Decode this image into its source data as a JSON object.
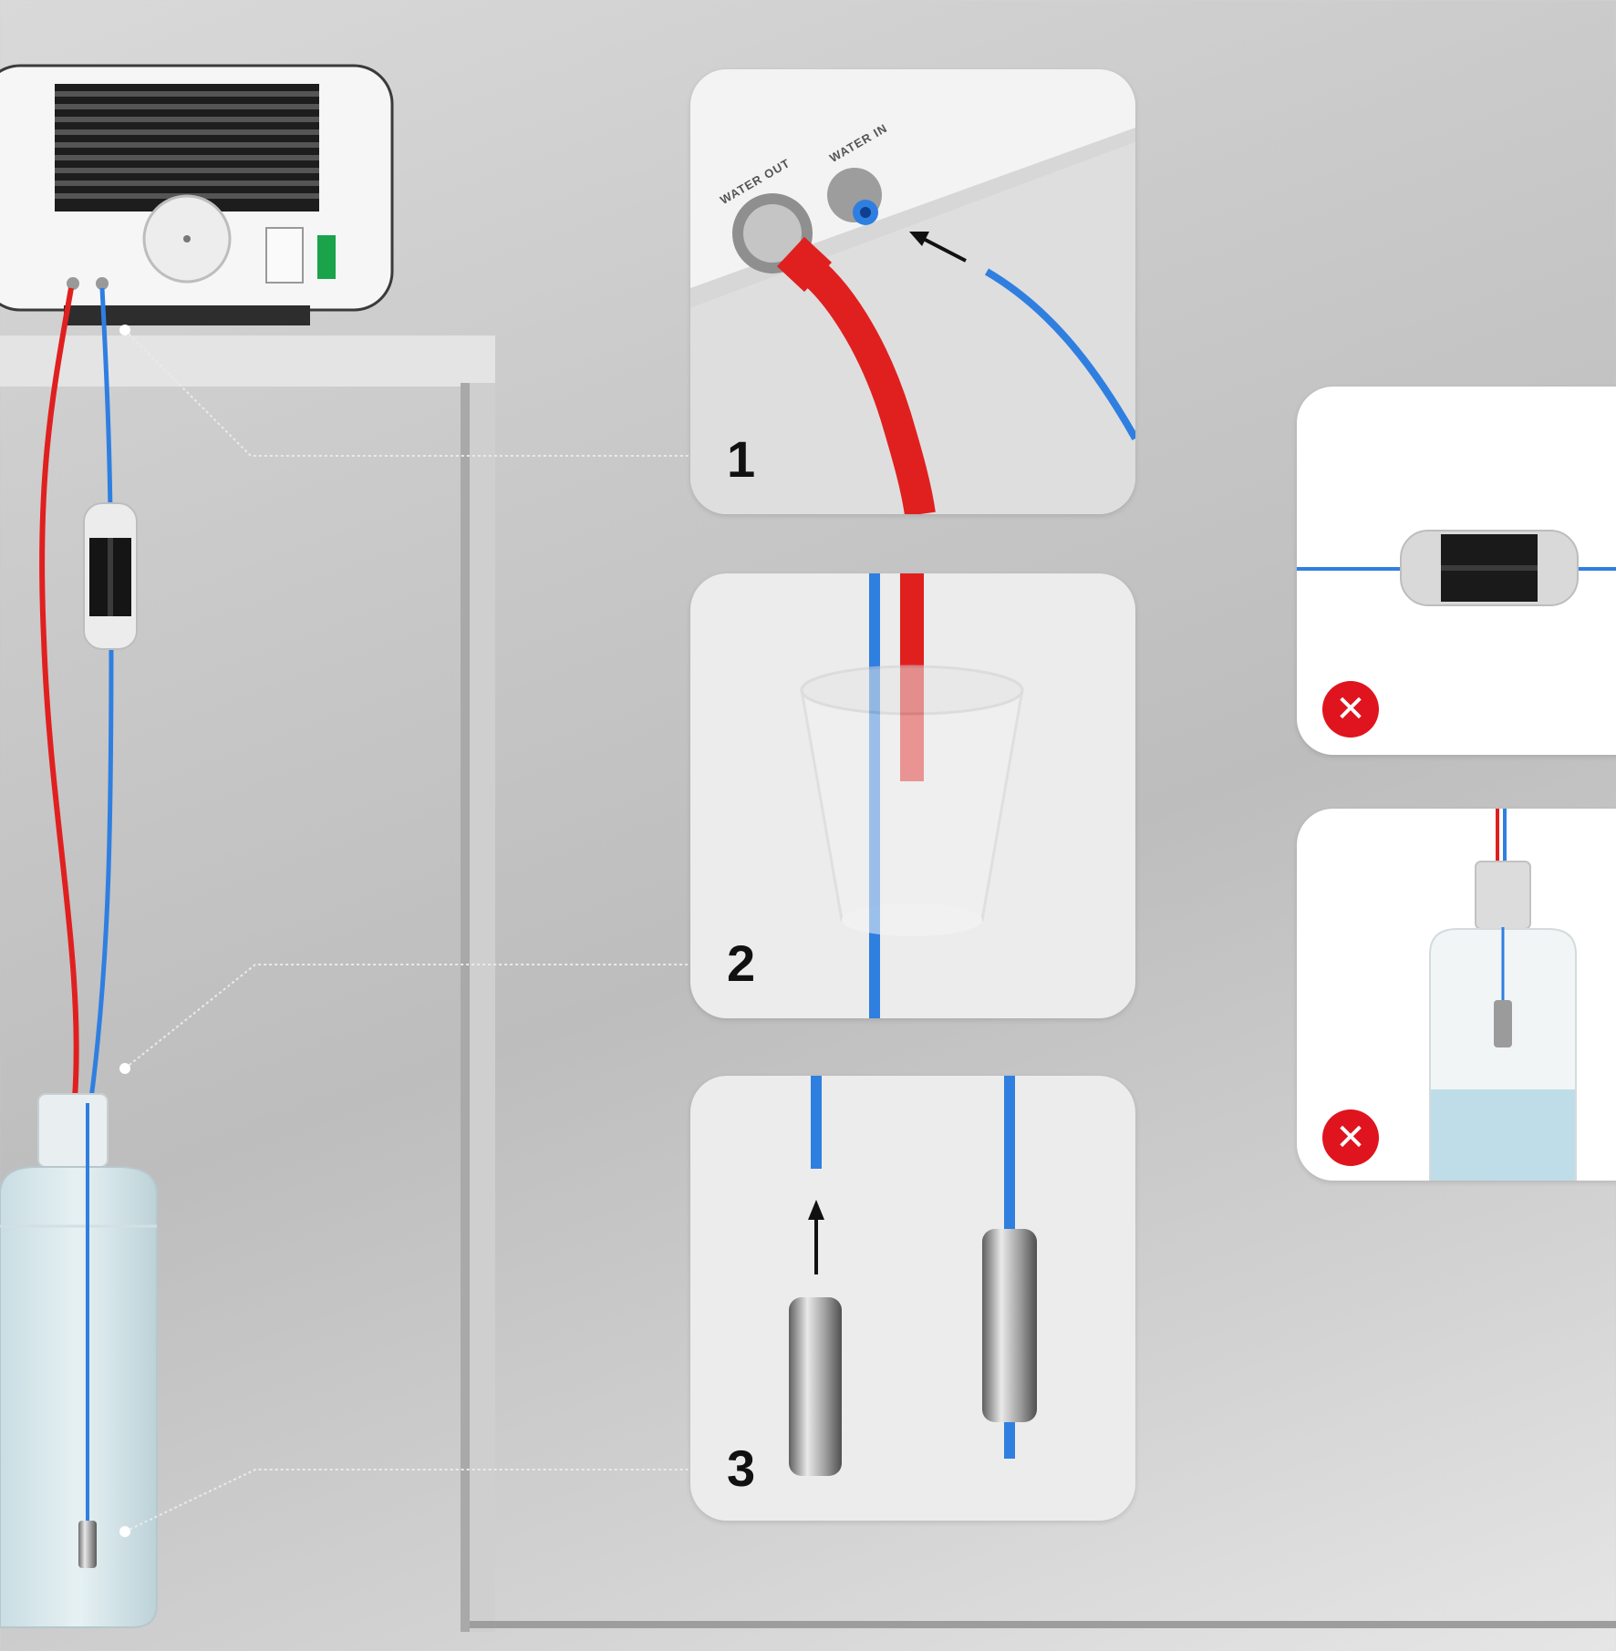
{
  "steps": [
    {
      "number": "1"
    },
    {
      "number": "2"
    },
    {
      "number": "3"
    }
  ],
  "ports": {
    "water_out": "WATER OUT",
    "water_in": "WATER IN"
  },
  "errors": [
    {
      "symbol": "✕"
    },
    {
      "symbol": "✕"
    }
  ],
  "colors": {
    "red_tube": "#e0201f",
    "blue_tube": "#2f7fe0",
    "error_red": "#e0141e",
    "water": "#bfdde8"
  }
}
